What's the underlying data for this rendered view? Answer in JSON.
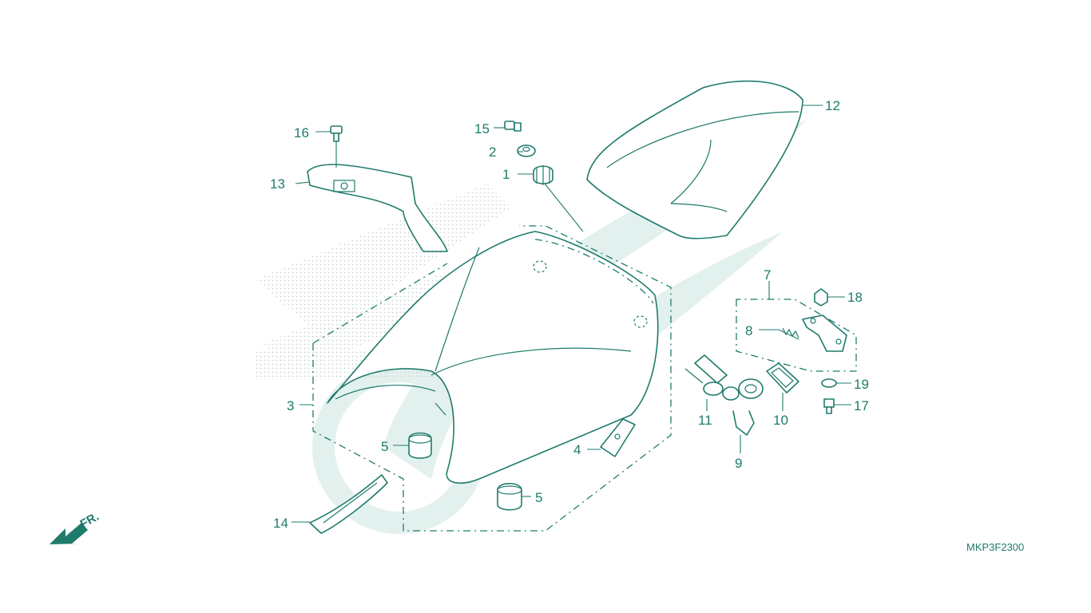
{
  "diagram": {
    "drawing_code": "MKP3F2300",
    "direction_label": "FR.",
    "accent_color": "#1f7b6c",
    "watermark_color": "#dcefeb",
    "callouts": {
      "c1": "1",
      "c2": "2",
      "c3": "3",
      "c4": "4",
      "c5a": "5",
      "c5b": "5",
      "c7": "7",
      "c8": "8",
      "c9": "9",
      "c10": "10",
      "c11": "11",
      "c12": "12",
      "c13": "13",
      "c14": "14",
      "c15": "15",
      "c16": "16",
      "c17": "17",
      "c18": "18",
      "c19": "19"
    }
  }
}
